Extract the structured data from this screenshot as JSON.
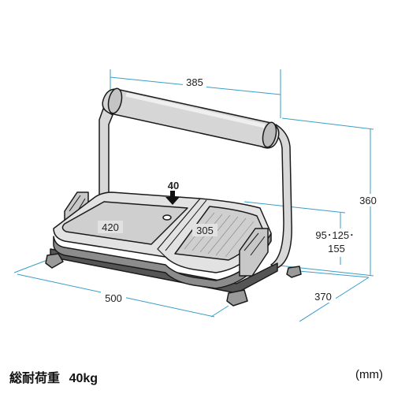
{
  "dimensions": {
    "handle_width": "385",
    "height": "360",
    "load_point": "40",
    "platform_length": "420",
    "platform_width": "305",
    "height_settings_line1": "95･125･",
    "height_settings_line2": "155",
    "base_length": "500",
    "base_depth": "370"
  },
  "footer": {
    "load_label": "総耐荷重",
    "load_value": "40kg",
    "unit": "(mm)"
  }
}
